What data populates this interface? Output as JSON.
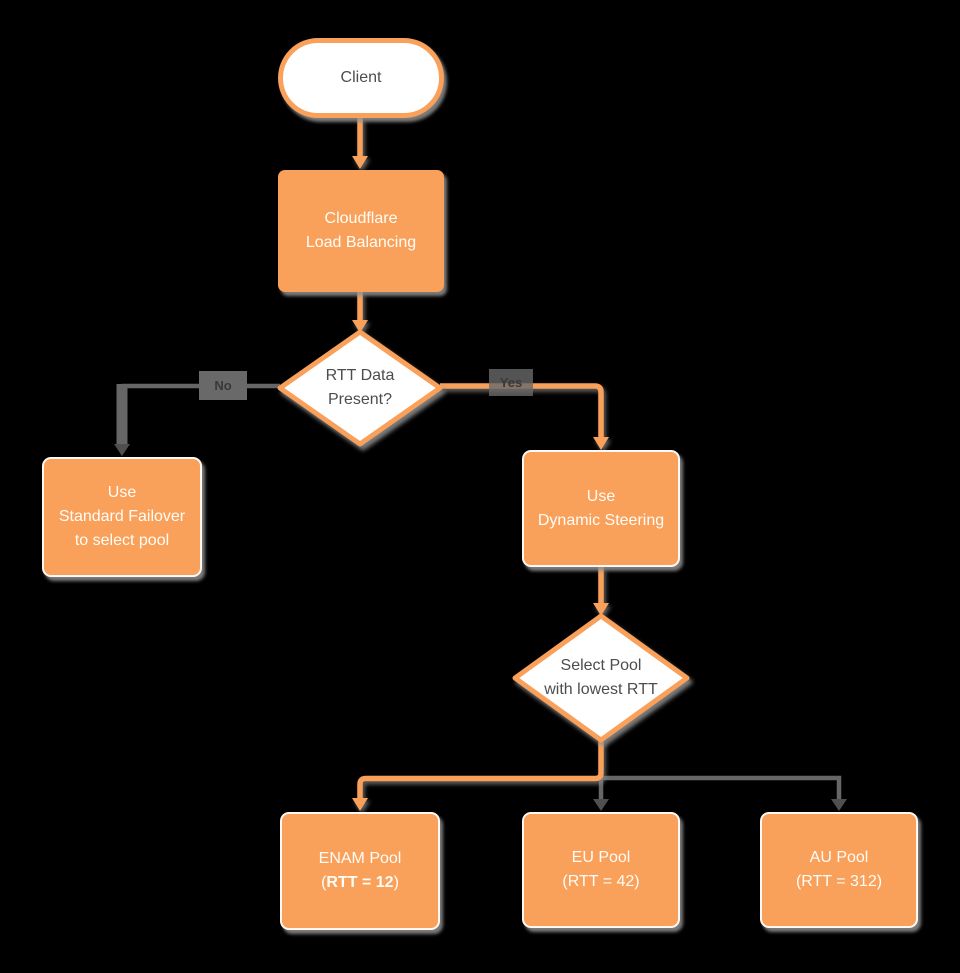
{
  "colors": {
    "orange": "#f9a05a",
    "connector_gray": "#666666",
    "arrow_gray": "#4f4f4f",
    "text_dark": "#4d4d4d",
    "text_light": "#fffdf8",
    "background": "#000000"
  },
  "nodes": {
    "client": {
      "label": "Client"
    },
    "load_balancing": {
      "line1": "Cloudflare",
      "line2": "Load Balancing"
    },
    "rtt_decision": {
      "line1": "RTT Data",
      "line2": "Present?"
    },
    "standard_failover": {
      "line1": "Use",
      "line2": "Standard Failover",
      "line3": "to select pool"
    },
    "dynamic_steering": {
      "line1": "Use",
      "line2": "Dynamic Steering"
    },
    "select_pool": {
      "line1": "Select Pool",
      "line2": "with lowest RTT"
    },
    "enam_pool": {
      "line1": "ENAM Pool",
      "line2_prefix": "(",
      "line2_bold": "RTT = 12",
      "line2_suffix": ")"
    },
    "eu_pool": {
      "line1": "EU Pool",
      "line2": "(RTT = 42)"
    },
    "au_pool": {
      "line1": "AU Pool",
      "line2": "(RTT = 312)"
    }
  },
  "edge_labels": {
    "no": "No",
    "yes": "Yes"
  }
}
